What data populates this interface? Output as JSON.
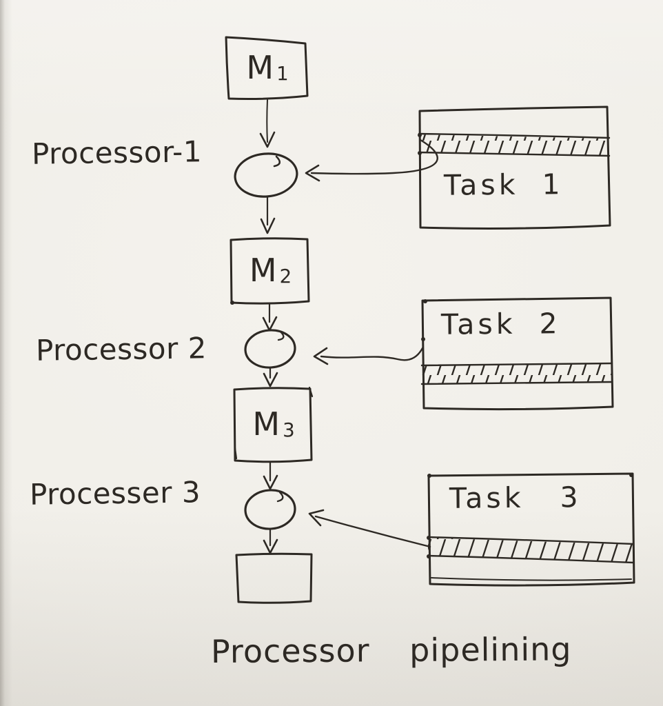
{
  "figure": {
    "caption": "Processor pipelining",
    "ink_color": "#2d2924",
    "paper_color": "#f1efe9",
    "stages": [
      {
        "machine": "M",
        "machine_sub": "1",
        "processor_label": "Processor-1",
        "task_label": "Task 1",
        "task_hatch_position": "top"
      },
      {
        "machine": "M",
        "machine_sub": "2",
        "processor_label": "Processor 2",
        "task_label": "Task 2",
        "task_hatch_position": "bottom"
      },
      {
        "machine": "M",
        "machine_sub": "3",
        "processor_label": "Processer 3",
        "task_label": "Task 3",
        "task_hatch_position": "bottom"
      }
    ]
  }
}
